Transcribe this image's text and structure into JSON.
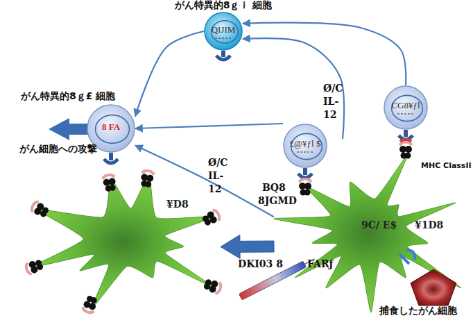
{
  "diagram": {
    "nodes": [
      {
        "text": [
          "がん特異的8ｇｉ 細胞",
          "QIJIM"
        ]
      },
      {
        "text": [
          "がん特異的8ｇ£ 細胞",
          "8 FA"
        ]
      },
      {
        "text": [
          "£@¥ƒl $"
        ]
      },
      {
        "text": [
          "CG8¥ƒl"
        ]
      },
      {
        "text": [
          "¥D8"
        ]
      },
      {
        "text": [
          "9C/ E$",
          "¥1D8"
        ]
      },
      {
        "text": [
          "捕食したがん細胞"
        ]
      }
    ],
    "edges": [
      {
        "from": 3,
        "to": 0,
        "arrow": "to"
      },
      {
        "from": 5,
        "to": 0,
        "label": "Ø/C IL-12",
        "arrow": "to"
      },
      {
        "from": 0,
        "to": 1,
        "arrow": "to"
      },
      {
        "from": 2,
        "to": 1,
        "arrow": "to"
      },
      {
        "from": 5,
        "to": 1,
        "label": "Ø/C IL-12",
        "arrow": "to"
      },
      {
        "from": 5,
        "to": 4,
        "arrow": "to"
      }
    ],
    "labels": [
      "がん細胞への攻撃",
      "BQ8",
      "8JGMD",
      "DKI03 8",
      "FARƒ",
      "MHC ClassII"
    ]
  }
}
